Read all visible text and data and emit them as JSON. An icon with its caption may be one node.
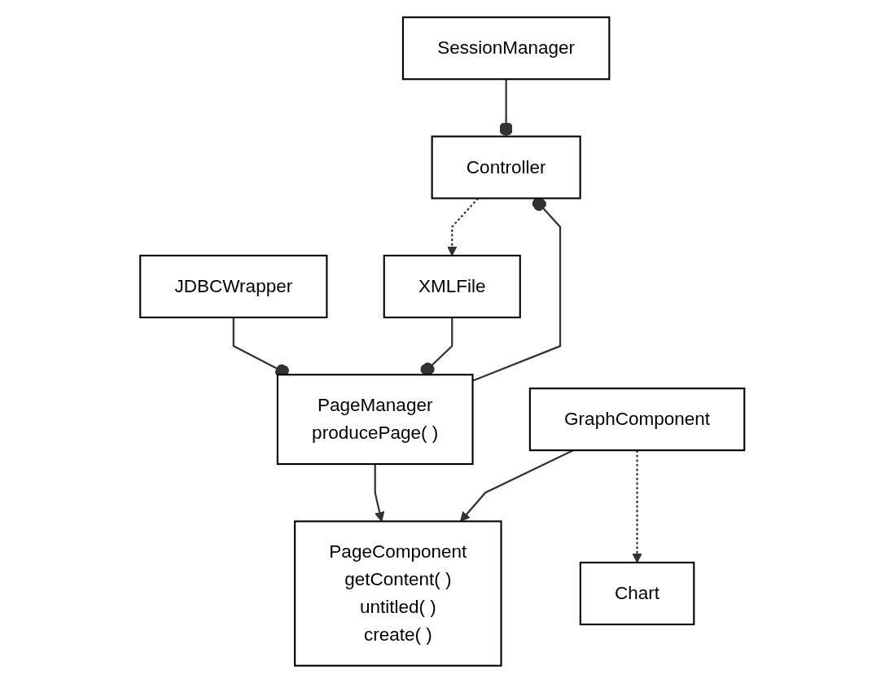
{
  "diagram": {
    "nodes": [
      {
        "text": [
          "SessionManager"
        ]
      },
      {
        "text": [
          "JDBCWrapper"
        ]
      },
      {
        "text": [
          "Controller"
        ]
      },
      {
        "text": [
          "PageManager",
          "producePage( )"
        ]
      },
      {
        "text": [
          "XMLFile"
        ]
      },
      {
        "text": [
          "PageComponent",
          "getContent( )",
          "untitled( )",
          "create( )"
        ]
      },
      {
        "text": [
          "GraphComponent"
        ]
      },
      {
        "text": [
          "Chart"
        ]
      }
    ],
    "edges": [
      {
        "from": 0,
        "to": 2,
        "arrow": "other"
      },
      {
        "from": 1,
        "to": 3,
        "arrow": "other"
      },
      {
        "from": 3,
        "to": 2,
        "arrow": "other"
      },
      {
        "from": 2,
        "to": 4,
        "arrow": "to",
        "style": "dashed"
      },
      {
        "from": 4,
        "to": 3,
        "arrow": "other"
      },
      {
        "from": 3,
        "to": 5,
        "arrow": "to"
      },
      {
        "from": 6,
        "to": 5,
        "arrow": "to"
      },
      {
        "from": 6,
        "to": 7,
        "arrow": "to",
        "style": "dashed"
      }
    ]
  }
}
